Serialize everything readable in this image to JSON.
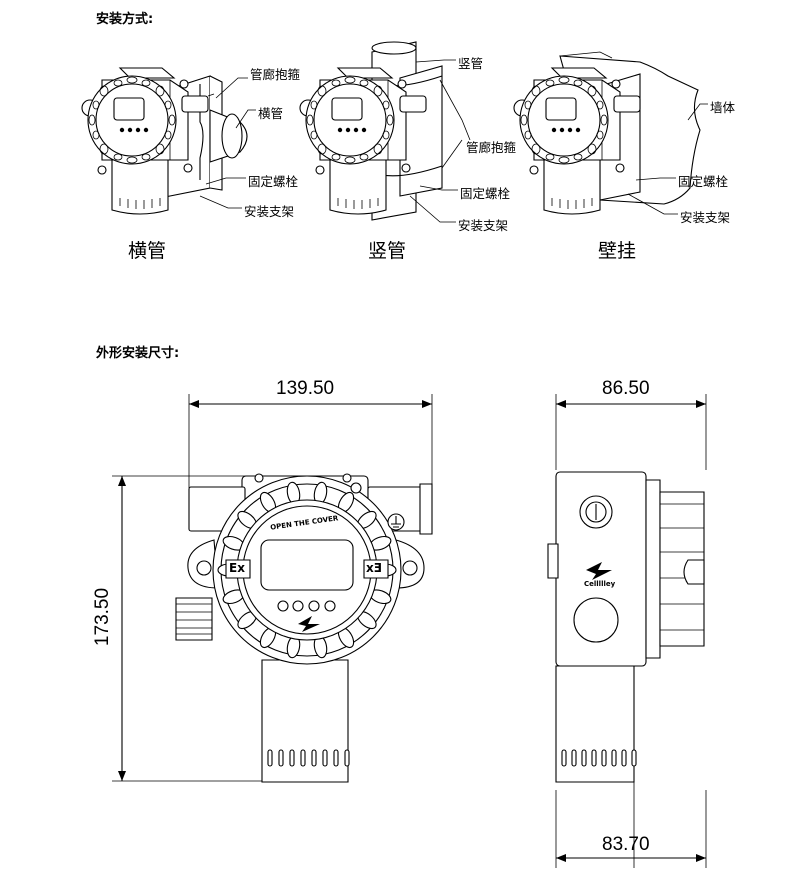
{
  "section1": {
    "title": "安装方式:",
    "views": [
      {
        "caption": "横管",
        "callouts": [
          "管廊抱箍",
          "横管",
          "固定螺栓",
          "安装支架"
        ]
      },
      {
        "caption": "竖管",
        "callouts": [
          "竖管",
          "管廊抱箍",
          "固定螺栓",
          "安装支架"
        ]
      },
      {
        "caption": "壁挂",
        "callouts": [
          "墙体",
          "固定螺栓",
          "安装支架"
        ]
      }
    ]
  },
  "section2": {
    "title": "外形安装尺寸:",
    "front": {
      "width": "139.50",
      "height": "173.50",
      "ex_left": "Ex",
      "ex_right": "Ex",
      "cover_text": "OPEN THE COVER"
    },
    "side": {
      "top_width": "86.50",
      "bottom_width": "83.70",
      "brand": "Cellllley"
    }
  }
}
